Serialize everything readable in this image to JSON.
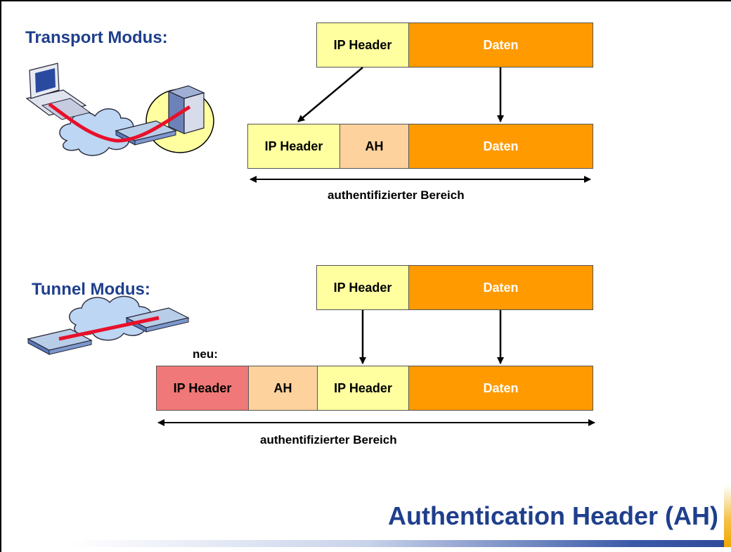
{
  "transport": {
    "title": "Transport Modus:",
    "original": {
      "ip_header": "IP Header",
      "daten": "Daten"
    },
    "result": {
      "ip_header": "IP Header",
      "ah": "AH",
      "daten": "Daten"
    },
    "range_label": "authentifizierter Bereich"
  },
  "tunnel": {
    "title": "Tunnel Modus:",
    "original": {
      "ip_header": "IP Header",
      "daten": "Daten"
    },
    "new_label": "neu:",
    "result": {
      "new_ip_header": "IP Header",
      "ah": "AH",
      "ip_header": "IP Header",
      "daten": "Daten"
    },
    "range_label": "authentifizierter Bereich"
  },
  "page_title": "Authentication Header (AH)",
  "colors": {
    "title_blue": "#1f3f8c",
    "ip_header": "#ffffa0",
    "new_ip_header": "#f07878",
    "ah": "#fdd29c",
    "daten": "#ff9a00",
    "tunnel_line": "#e8102a"
  },
  "icons": [
    "computer-icon",
    "server-icon",
    "cloud-icon",
    "router-icon"
  ]
}
